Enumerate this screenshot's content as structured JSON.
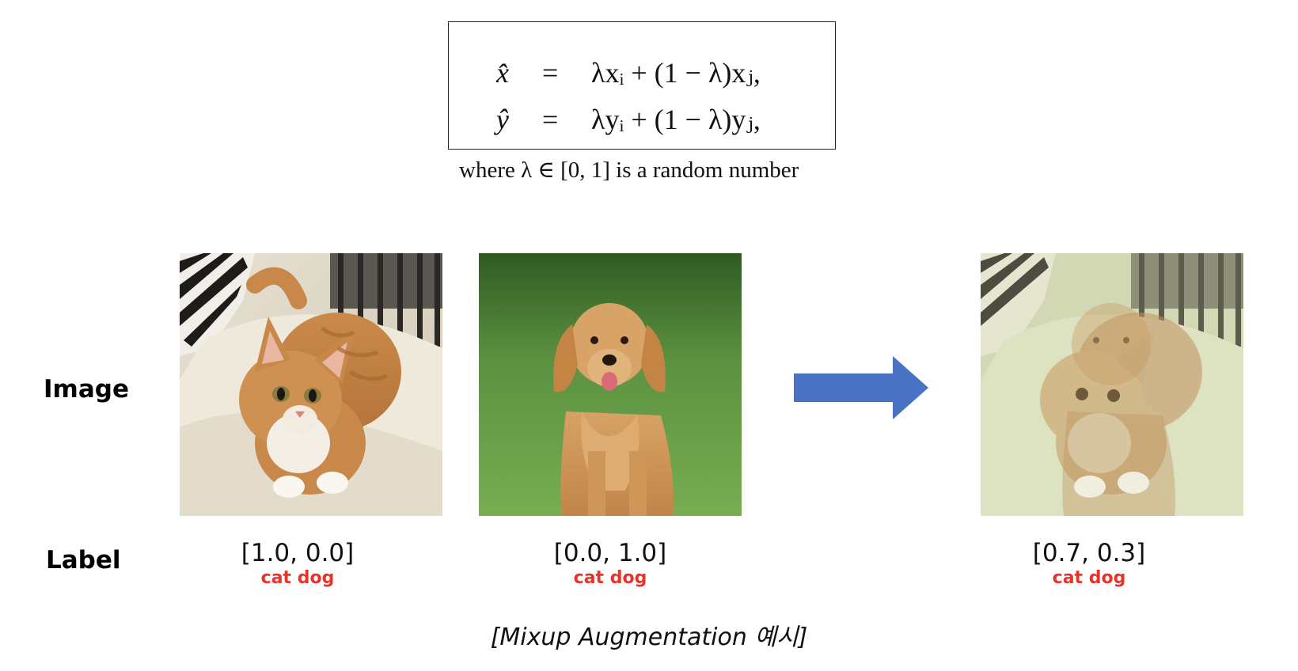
{
  "formula": {
    "row1": {
      "lhs": "x̂",
      "eq": "=",
      "rhs": "λxᵢ + (1 − λ)xⱼ,"
    },
    "row2": {
      "lhs": "ŷ",
      "eq": "=",
      "rhs": "λyᵢ + (1 − λ)yⱼ,"
    },
    "note": "where λ ∈ [0, 1] is a random number"
  },
  "row_labels": {
    "image": "Image",
    "label": "Label"
  },
  "samples": [
    {
      "vector": "[1.0, 0.0]",
      "classes": "cat dog"
    },
    {
      "vector": "[0.0, 1.0]",
      "classes": "cat dog"
    },
    {
      "vector": "[0.7, 0.3]",
      "classes": "cat dog"
    }
  ],
  "caption": "[Mixup Augmentation 예시]",
  "colors": {
    "arrow": "#4a72c4",
    "class_text": "#e8332a"
  }
}
